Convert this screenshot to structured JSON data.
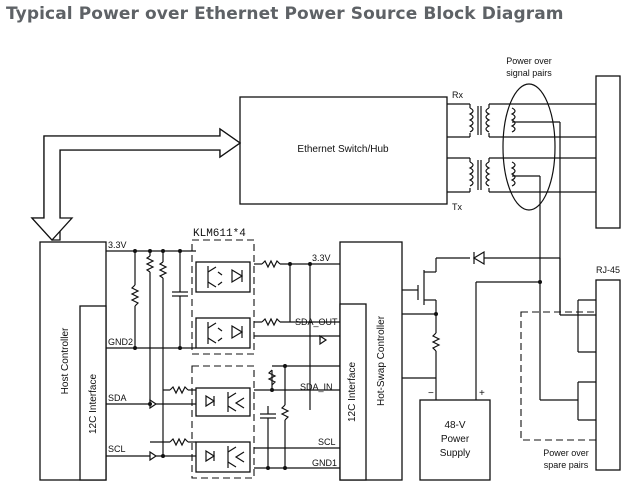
{
  "title": "Typical Power over Ethernet Power Source Block Diagram",
  "blocks": {
    "switch": "Ethernet Switch/Hub",
    "host": "Host Controller",
    "host_i2c": "12C Interface",
    "hotswap": "Hot-Swap Controller",
    "hotswap_i2c": "12C Interface",
    "supply_line1": "48-V",
    "supply_line2": "Power",
    "supply_line3": "Supply",
    "optocoupler": "KLM611*4",
    "rj45": "RJ-45"
  },
  "signals": {
    "v33_left": "3.3V",
    "gnd2": "GND2",
    "sda": "SDA",
    "scl": "SCL",
    "v33_right": "3.3V",
    "sda_out": "SDA_OUT",
    "sda_in": "SDA_IN",
    "scl_right": "SCL",
    "gnd1": "GND1",
    "rx": "Rx",
    "tx": "Tx",
    "minus": "−",
    "plus": "+"
  },
  "annotations": {
    "signal_pairs_1": "Power over",
    "signal_pairs_2": "signal pairs",
    "spare_pairs_1": "Power over",
    "spare_pairs_2": "spare pairs"
  }
}
